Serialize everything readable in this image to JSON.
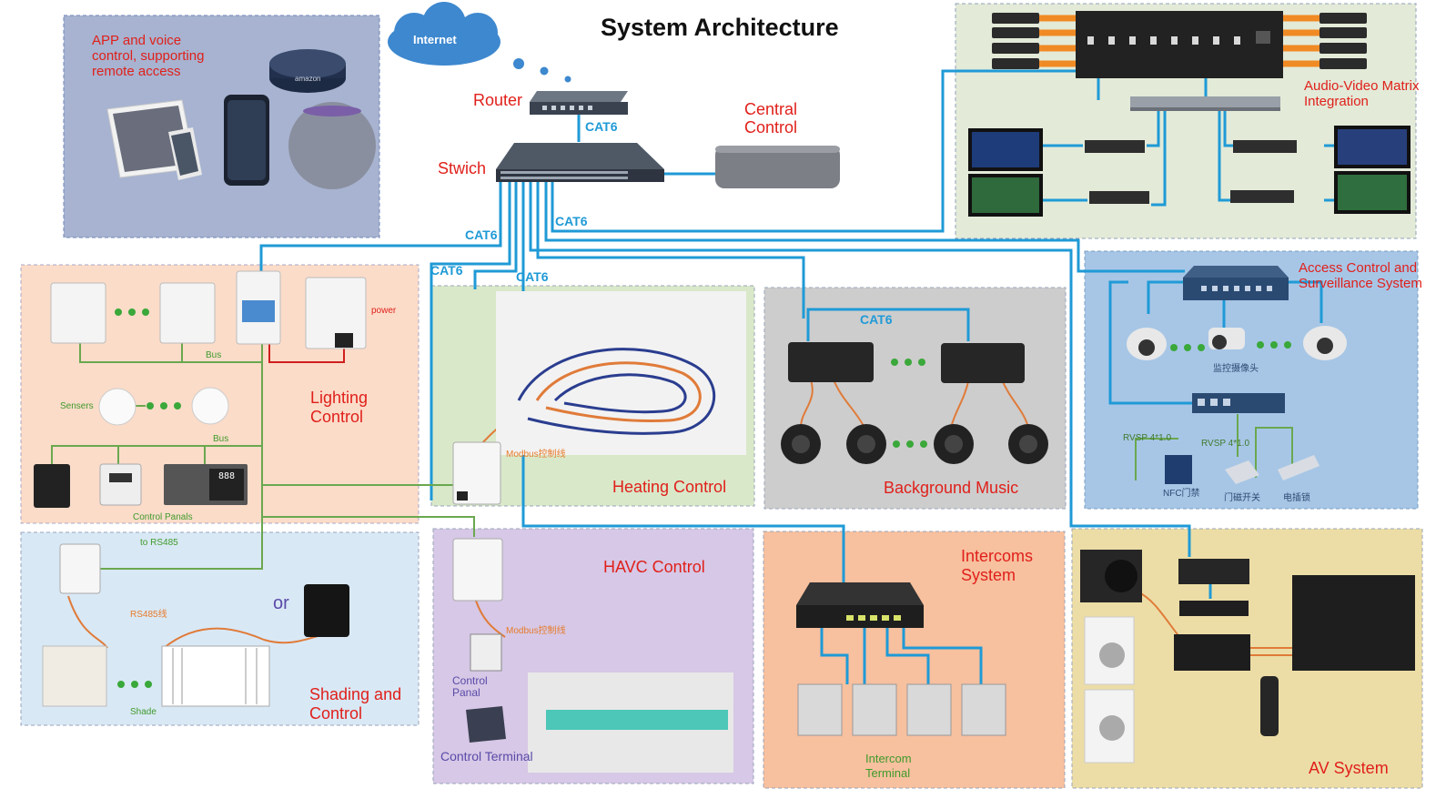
{
  "title": "System Architecture",
  "internet": "Internet",
  "router": "Router",
  "switch": "Stwich",
  "central": [
    "Central",
    "Control"
  ],
  "cat6": "CAT6",
  "app": {
    "text": [
      "APP and voice",
      "control, supporting",
      "remote access"
    ],
    "amazon": "amazon"
  },
  "av_matrix": [
    "Audio-Video Matrix",
    "Integration"
  ],
  "access": [
    "Access Control and",
    "Surveillance System"
  ],
  "access_labels": {
    "camera": "监控摄像头",
    "rvsp": "RVSP 4*1.0",
    "nfc": "NFC门禁",
    "magnetic": "门磁开关",
    "lock": "电插锁"
  },
  "lighting": {
    "title": [
      "Lighting",
      "Control"
    ],
    "power": "power",
    "bus": "Bus",
    "sensors": "Sensers",
    "panels": "Control Panals",
    "panel_display": "888"
  },
  "heating": {
    "title": "Heating Control",
    "modbus": "Modbus控制线"
  },
  "music": {
    "title": "Background Music"
  },
  "shading": {
    "title": [
      "Shading and",
      "Control"
    ],
    "rs485_to": "to RS485",
    "rs485": "RS485线",
    "or": "or",
    "shade": "Shade"
  },
  "havc": {
    "title": "HAVC Control",
    "modbus": "Modbus控制线",
    "panal": [
      "Control",
      "Panal"
    ],
    "terminal": "Control Terminal"
  },
  "intercom": {
    "title": [
      "Intercoms",
      "System"
    ],
    "terminal": [
      "Intercom",
      "Terminal"
    ]
  },
  "av": {
    "title": "AV System"
  },
  "colors": {
    "line_blue": "#1f9ad6",
    "line_green": "#6aa84f",
    "line_orange": "#e07b39",
    "line_red": "#d01f1f",
    "label_red": "#e0201b"
  }
}
